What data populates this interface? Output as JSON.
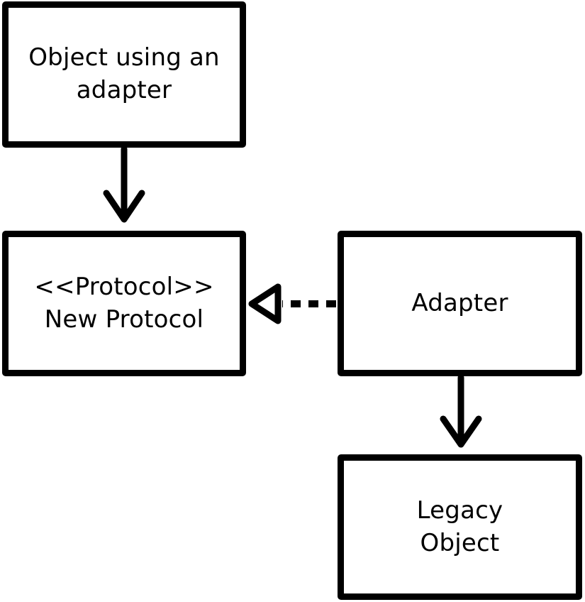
{
  "diagram": {
    "boxes": {
      "client": {
        "lines": [
          "Object using an",
          "adapter"
        ]
      },
      "protocol": {
        "lines": [
          "<<Protocol>>",
          "New Protocol"
        ]
      },
      "adapter": {
        "lines": [
          "Adapter"
        ]
      },
      "legacy": {
        "lines": [
          "Legacy",
          "Object"
        ]
      }
    },
    "connectors": [
      {
        "from": "client",
        "to": "protocol",
        "style": "solid",
        "head": "open-arrow"
      },
      {
        "from": "adapter",
        "to": "protocol",
        "style": "dashed",
        "head": "hollow-triangle"
      },
      {
        "from": "adapter",
        "to": "legacy",
        "style": "solid",
        "head": "open-arrow"
      }
    ],
    "colors": {
      "stroke": "#000000",
      "background": "#ffffff"
    }
  }
}
